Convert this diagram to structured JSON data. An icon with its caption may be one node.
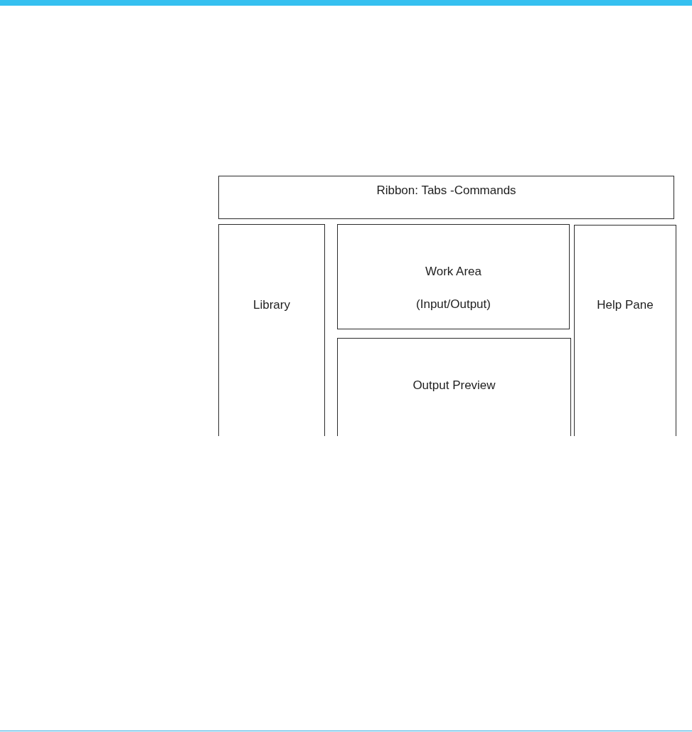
{
  "diagram": {
    "nodes": [
      {
        "text": [
          "Ribbon: Tabs -Commands"
        ]
      },
      {
        "text": [
          "Library"
        ]
      },
      {
        "text": [
          "Work Area",
          "(Input/Output)"
        ]
      },
      {
        "text": [
          "Output Preview"
        ]
      },
      {
        "text": [
          "Help Pane"
        ]
      }
    ]
  }
}
